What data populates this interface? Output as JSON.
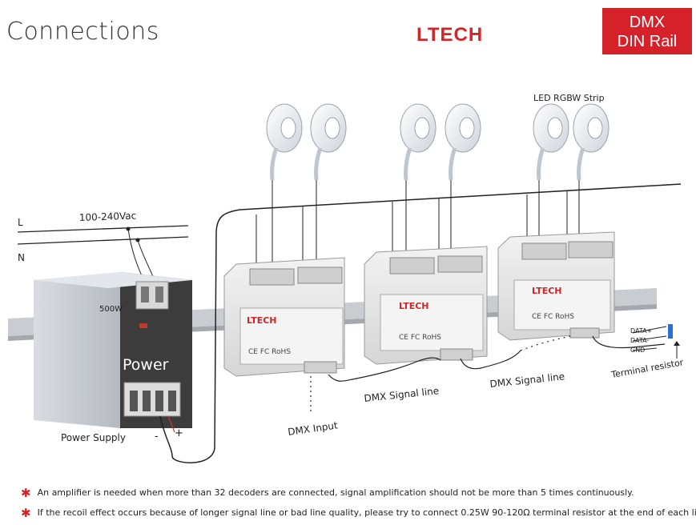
{
  "header": {
    "title": "Connections",
    "brand": "LTECH",
    "badge_line1": "DMX",
    "badge_line2": "DIN Rail"
  },
  "labels": {
    "supply_voltage": "100-240Vac",
    "line_L": "L",
    "line_N": "N",
    "power_supply_watt": "500W",
    "power_supply_face": "Power",
    "power_supply_caption": "Power Supply",
    "minus": "-",
    "plus": "+",
    "led_strip": "LED RGBW Strip",
    "dmx_input": "DMX Input",
    "dmx_signal_1": "DMX Signal line",
    "dmx_signal_2": "DMX Signal line",
    "terminal_resistor": "Terminal resistor",
    "data_plus": "DATA+",
    "data_minus": "DATA-",
    "gnd": "GND",
    "decoder_brand": "LTECH",
    "decoder_marks": "CE  FC  RoHS"
  },
  "notes": [
    "An amplifier is needed when more than 32 decoders are connected, signal amplification should not be more than 5 times continuously.",
    "If the recoil effect occurs because of longer signal line or bad line quality, please try to connect 0.25W 90-120Ω  terminal resistor at the end of each line."
  ],
  "colors": {
    "brand_red": "#d0262a",
    "badge_red": "#d5222a",
    "module_body": "#e6e6e6",
    "power_face": "#3c3c3c"
  }
}
